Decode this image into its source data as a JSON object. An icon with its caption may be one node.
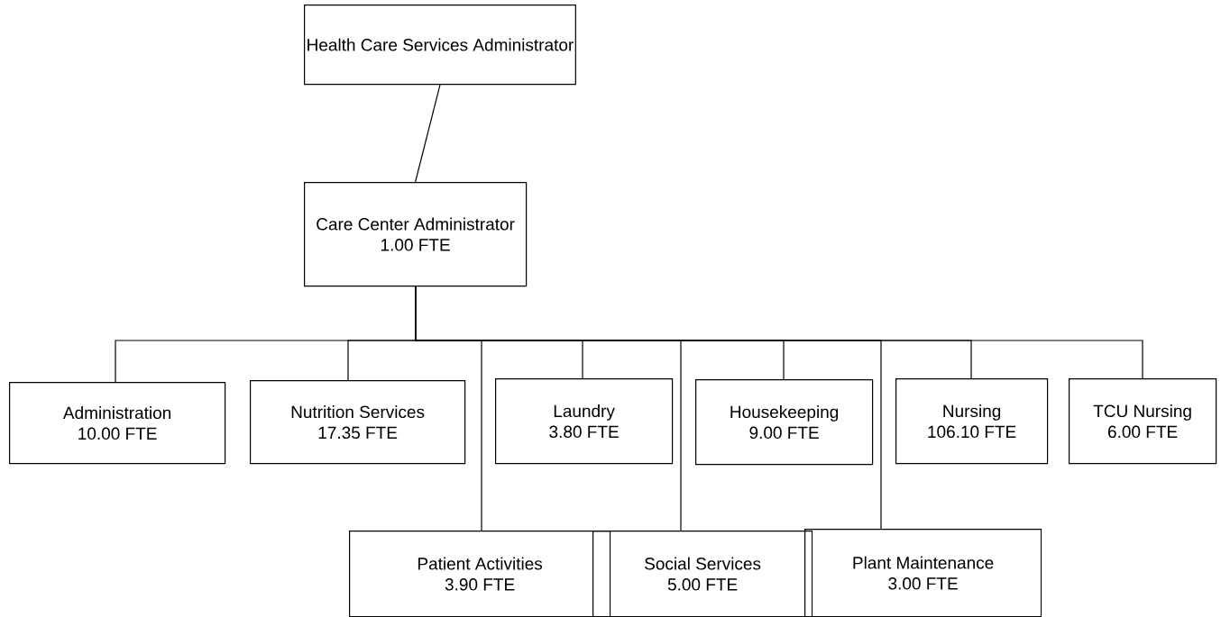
{
  "diagram": {
    "nodes": [
      {
        "text": [
          "Health Care Services Administrator"
        ]
      },
      {
        "text": [
          "Care Center Administrator",
          "1.00 FTE"
        ]
      },
      {
        "text": [
          "Administration",
          "10.00 FTE"
        ]
      },
      {
        "text": [
          "Nutrition Services",
          "17.35 FTE"
        ]
      },
      {
        "text": [
          "Laundry",
          "3.80 FTE"
        ]
      },
      {
        "text": [
          "Housekeeping",
          "9.00 FTE"
        ]
      },
      {
        "text": [
          "Nursing",
          "106.10 FTE"
        ]
      },
      {
        "text": [
          "TCU Nursing",
          "6.00 FTE"
        ]
      },
      {
        "text": [
          "Patient Activities",
          "3.90 FTE"
        ]
      },
      {
        "text": [
          "Social Services",
          "5.00 FTE"
        ]
      },
      {
        "text": [
          "Plant Maintenance",
          "3.00 FTE"
        ]
      }
    ],
    "edges": [
      {
        "from": 0,
        "to": 1,
        "arrow": "none"
      },
      {
        "from": 1,
        "to": 2,
        "arrow": "none"
      },
      {
        "from": 1,
        "to": 3,
        "arrow": "none"
      },
      {
        "from": 1,
        "to": 8,
        "arrow": "none"
      },
      {
        "from": 1,
        "to": 4,
        "arrow": "none"
      },
      {
        "from": 1,
        "to": 9,
        "arrow": "none"
      },
      {
        "from": 1,
        "to": 5,
        "arrow": "none"
      },
      {
        "from": 1,
        "to": 10,
        "arrow": "none"
      },
      {
        "from": 1,
        "to": 6,
        "arrow": "none"
      },
      {
        "from": 1,
        "to": 7,
        "arrow": "none"
      }
    ]
  }
}
